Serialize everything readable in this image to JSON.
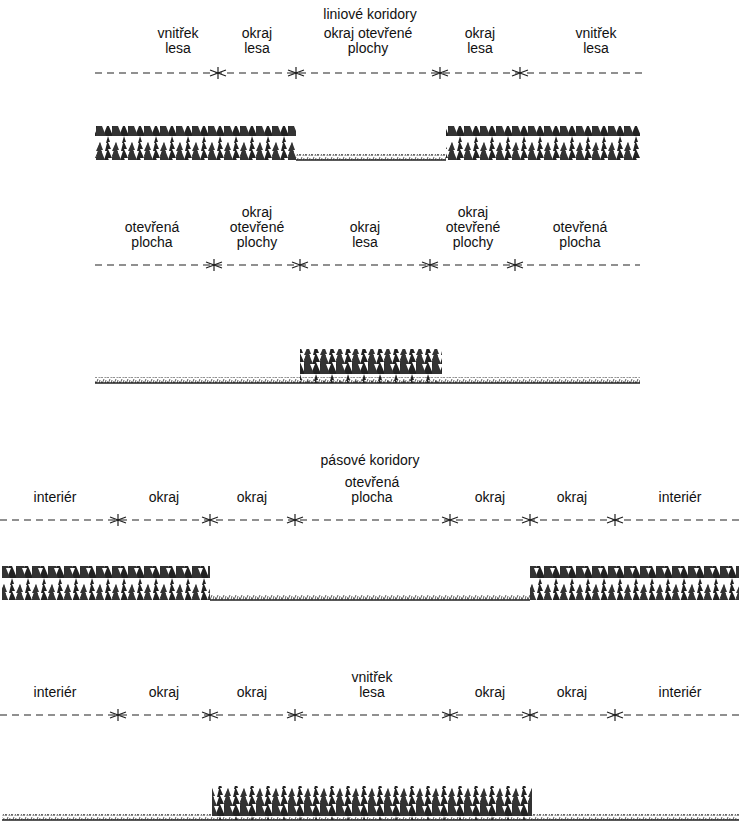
{
  "diagram": {
    "labels": [
      "liniové koridory",
      "vnitřek lesa",
      "okraj lesa",
      "okraj otevřené plochy",
      "okraj lesa",
      "vnitřek lesa",
      "otevřená plocha",
      "okraj otevřené plochy",
      "okraj lesa",
      "okraj otevřené plochy",
      "otevřená plocha",
      "pásové koridory",
      "interiér",
      "okraj",
      "okraj",
      "otevřená plocha",
      "okraj",
      "okraj",
      "interiér",
      "interiér",
      "okraj",
      "okraj",
      "vnitřek lesa",
      "okraj",
      "okraj",
      "interiér"
    ]
  }
}
